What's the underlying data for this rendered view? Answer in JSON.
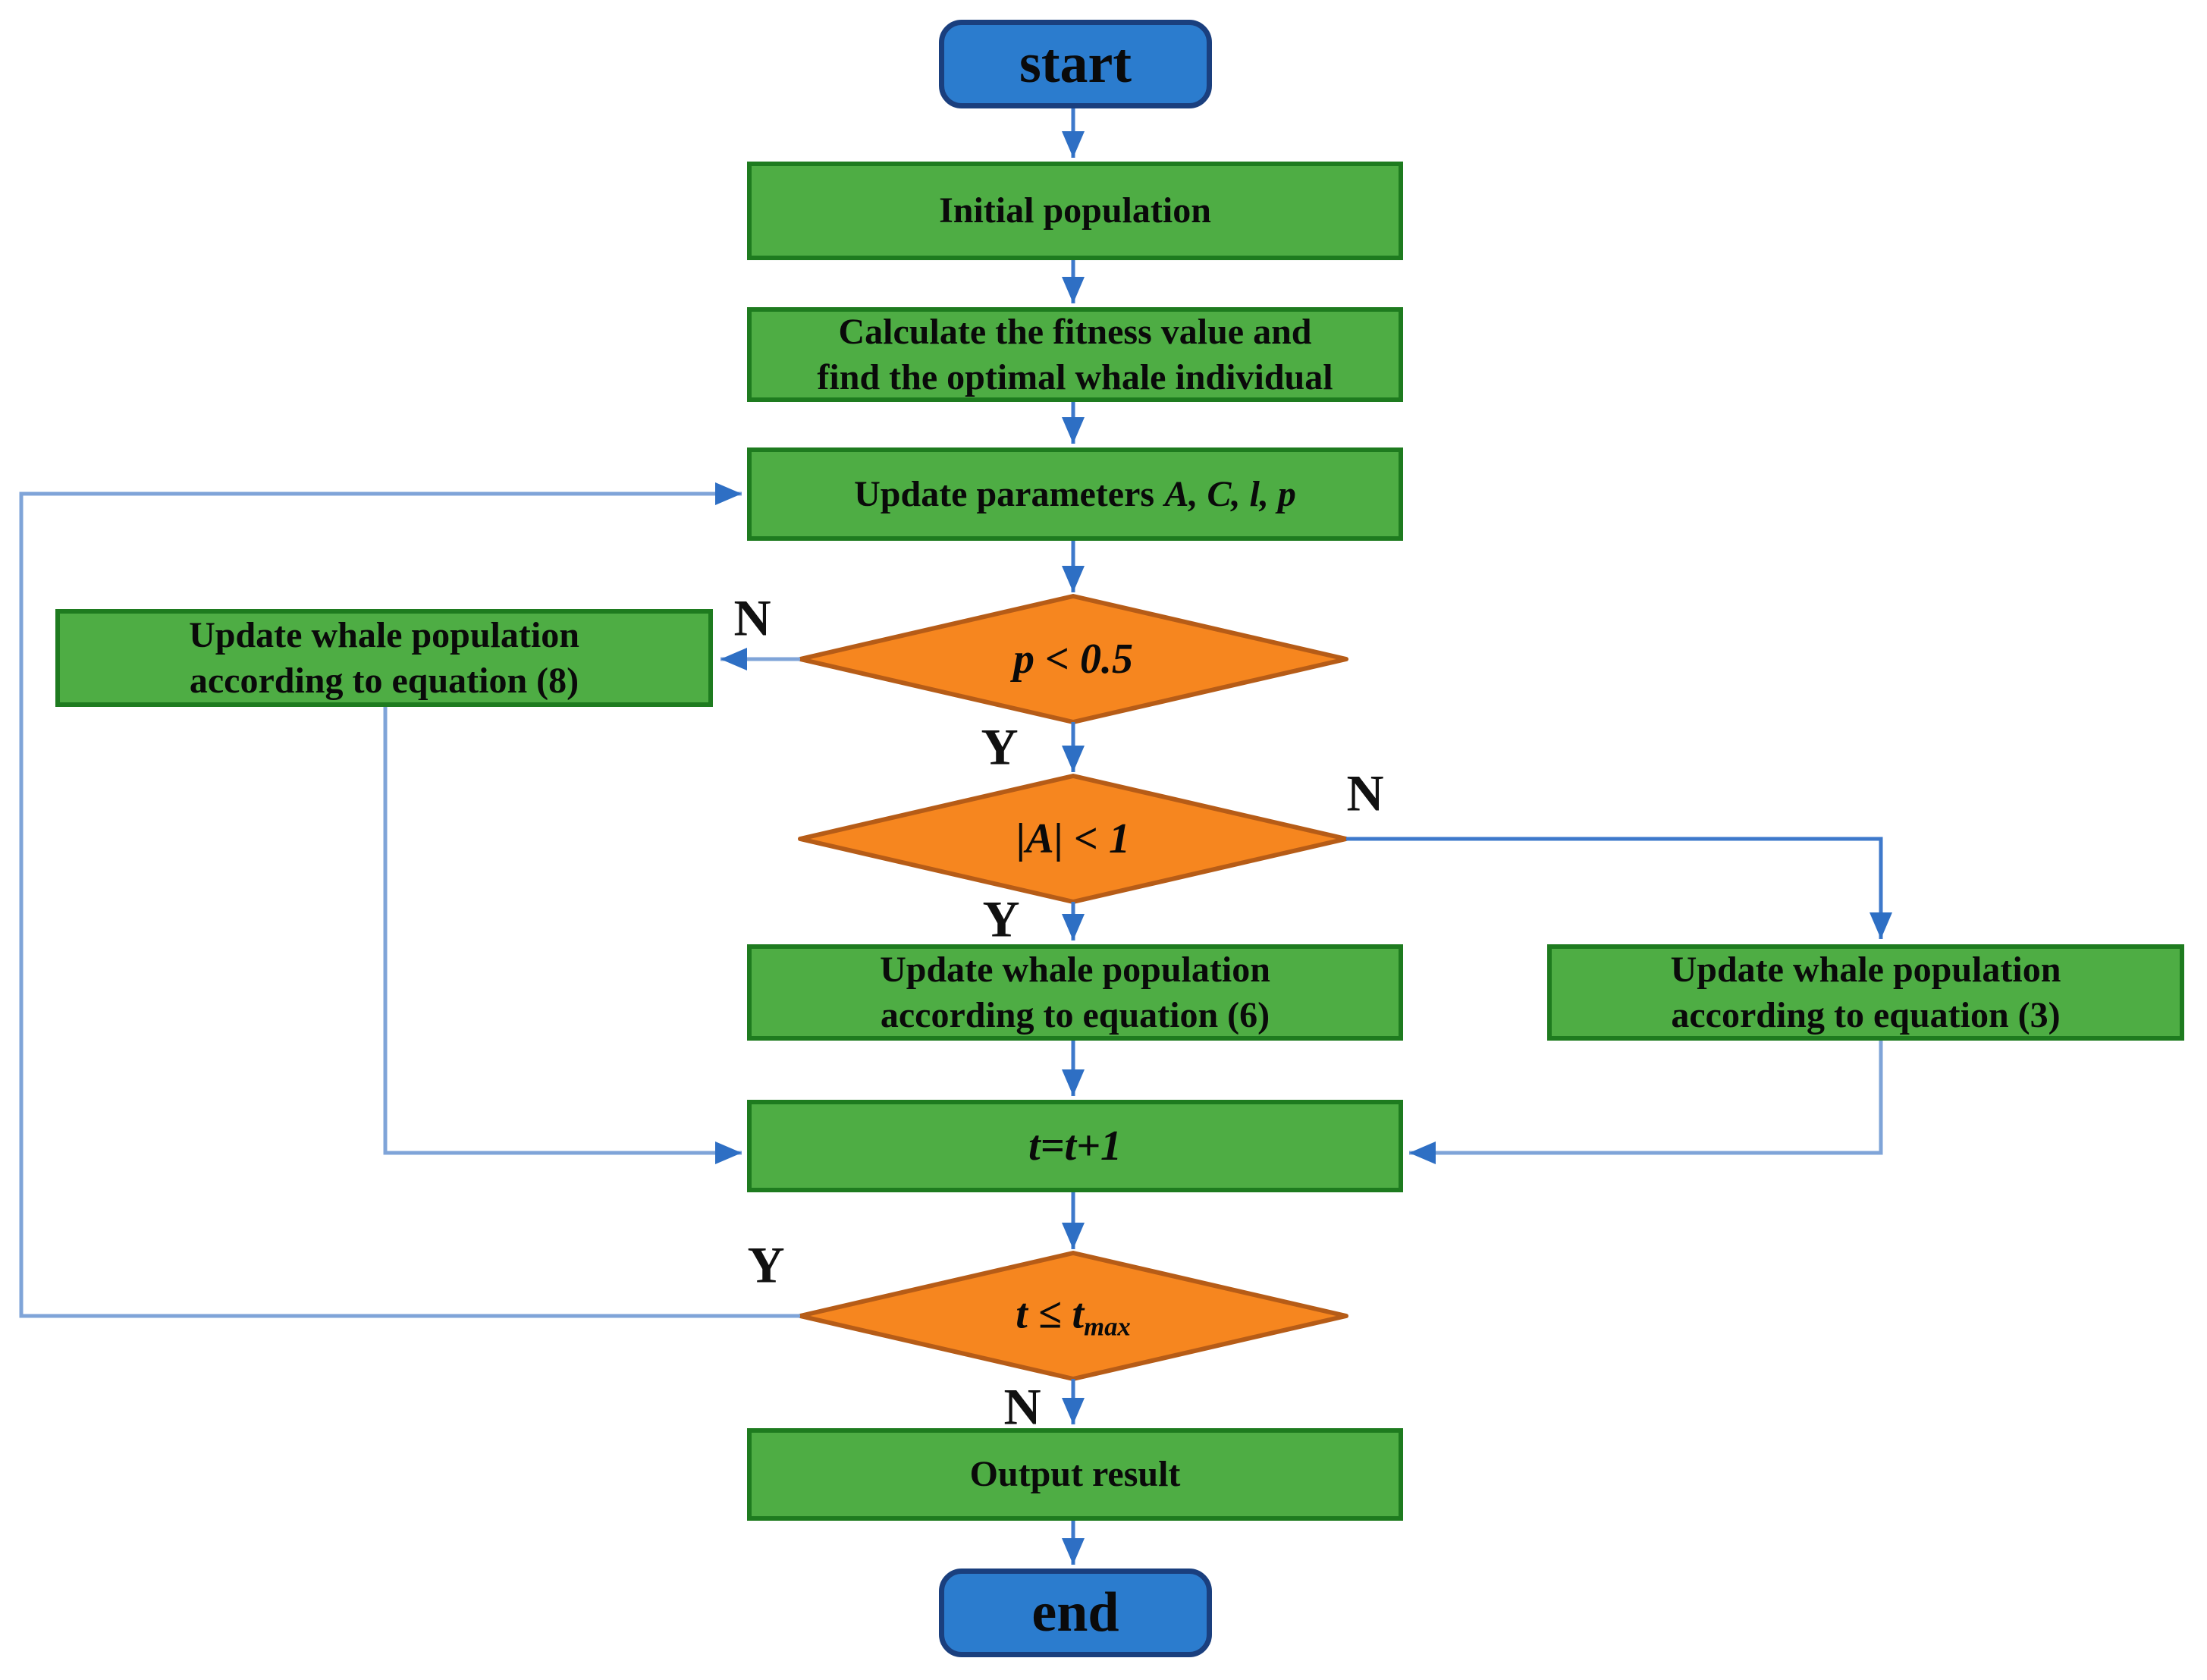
{
  "flowchart": {
    "nodes": {
      "start": {
        "label": "start"
      },
      "initial_population": {
        "label": "Initial population"
      },
      "calculate_fitness": {
        "line1": "Calculate the fitness value and",
        "line2": "find the optimal whale individual"
      },
      "update_parameters": {
        "prefix": "Update parameters",
        "params": "A, C, l, p"
      },
      "decision_p": {
        "condition": "p < 0.5"
      },
      "update_eq8": {
        "line1": "Update whale population",
        "line2": "according to equation (8)"
      },
      "decision_a": {
        "condition": "|A| < 1"
      },
      "update_eq6": {
        "line1": "Update whale population",
        "line2": "according to equation (6)"
      },
      "update_eq3": {
        "line1": "Update whale population",
        "line2": "according to equation (3)"
      },
      "increment_t": {
        "label": "t=t+1"
      },
      "decision_t": {
        "condition_main": "t ≤ t",
        "condition_sub": "max"
      },
      "output_result": {
        "label": "Output result"
      },
      "end": {
        "label": "end"
      }
    },
    "branch_labels": {
      "p_no": "N",
      "p_yes": "Y",
      "a_no": "N",
      "a_yes": "Y",
      "t_yes": "Y",
      "t_no": "N"
    },
    "colors": {
      "terminator_fill": "#2B7CCE",
      "terminator_border": "#1A3F7E",
      "process_fill": "#4EAD44",
      "process_border": "#1E7B1F",
      "decision_fill": "#F6861F",
      "decision_border": "#B65C17",
      "connector": "#3E79CB",
      "connector_light": "#7FA4D8",
      "arrowhead": "#2E6FC4",
      "text": "#0B0B0B"
    }
  }
}
